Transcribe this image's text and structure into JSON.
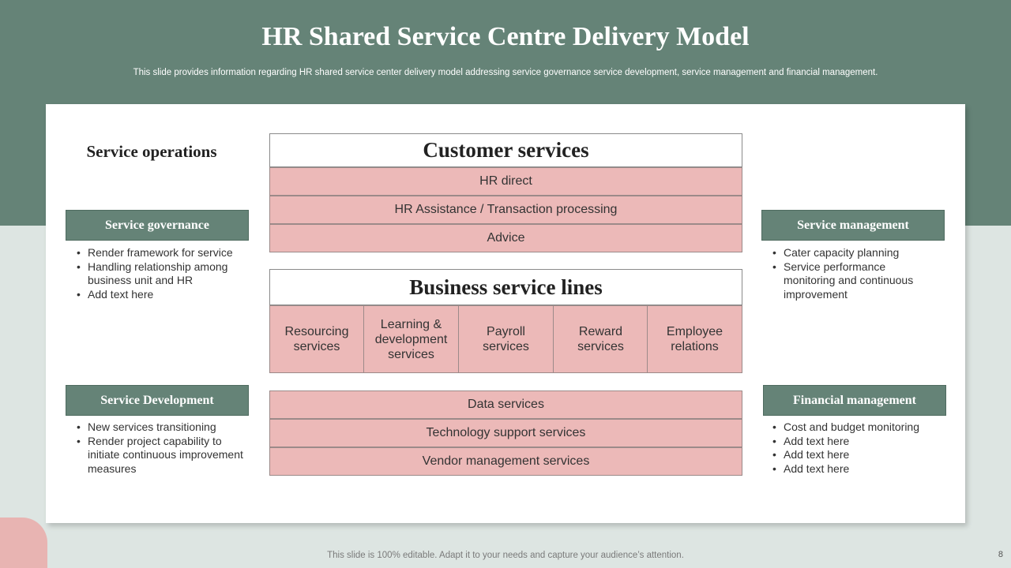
{
  "header": {
    "title": "HR Shared Service Centre Delivery Model",
    "subtitle": "This slide provides information regarding HR shared service center delivery model addressing service governance service development, service management and financial management."
  },
  "service_operations": {
    "title": "Service operations"
  },
  "service_governance": {
    "label": "Service governance",
    "bullets": [
      "Render framework for service",
      "Handling relationship among business unit and HR",
      "Add text here"
    ]
  },
  "service_development": {
    "label": "Service Development",
    "bullets": [
      "New services transitioning",
      "Render project capability to initiate continuous improvement measures"
    ]
  },
  "service_management": {
    "label": "Service management",
    "bullets": [
      "Cater capacity planning",
      "Service performance monitoring and continuous improvement"
    ]
  },
  "financial_management": {
    "label": "Financial management",
    "bullets": [
      "Cost and budget monitoring",
      "Add text here",
      "Add text here",
      "Add text here"
    ]
  },
  "customer_services": {
    "title": "Customer services",
    "rows": [
      "HR direct",
      "HR Assistance / Transaction processing",
      "Advice"
    ]
  },
  "business_service_lines": {
    "title": "Business service lines",
    "cells": [
      "Resourcing services",
      "Learning & development services",
      "Payroll services",
      "Reward services",
      "Employee relations"
    ]
  },
  "support_services": {
    "rows": [
      "Data services",
      "Technology support services",
      "Vendor management services"
    ]
  },
  "footer": {
    "text": "This slide is 100% editable. Adapt it to your needs and capture your audience’s attention.",
    "page_number": "8"
  },
  "colors": {
    "band": "#658377",
    "pink": "#ecb9b8",
    "background": "#dde5e2"
  }
}
